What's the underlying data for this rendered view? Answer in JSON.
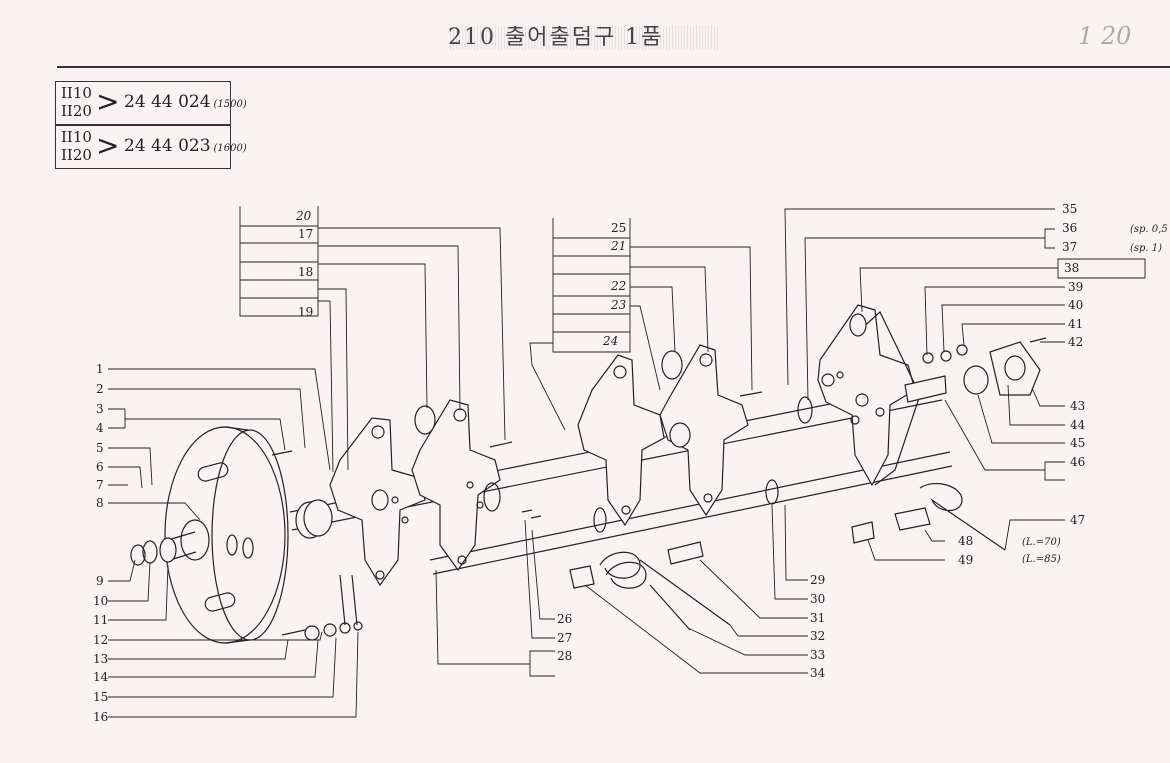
{
  "header": {
    "title": "210 출어출덤구 1품",
    "page_number": "1 20"
  },
  "model_boxes": [
    {
      "models": [
        "II10",
        "II20"
      ],
      "part_number": "24 44 024",
      "length": "(1500)"
    },
    {
      "models": [
        "II10",
        "II20"
      ],
      "part_number": "24 44 023",
      "length": "(1600)"
    }
  ],
  "callouts": {
    "left": [
      "1",
      "2",
      "3",
      "4",
      "5",
      "6",
      "7",
      "8",
      "9",
      "10",
      "11",
      "12",
      "13",
      "14",
      "15",
      "16"
    ],
    "group_left": [
      "20",
      "17",
      "18",
      "19"
    ],
    "group_mid": [
      "25",
      "21",
      "22",
      "23",
      "24"
    ],
    "right": [
      "35",
      "36",
      "37",
      "38",
      "39",
      "40",
      "41",
      "42",
      "43",
      "44",
      "45",
      "46",
      "47",
      "48",
      "49"
    ],
    "bottom": [
      "26",
      "27",
      "28",
      "29",
      "30",
      "31",
      "32",
      "33",
      "34"
    ]
  },
  "notes": {
    "sp05": "(sp. 0,5",
    "sp1": "(sp. 1)",
    "l70": "(L.=70)",
    "l85": "(L.=85)"
  },
  "colors": {
    "background": "#fbf3f3",
    "ink": "#222222"
  }
}
